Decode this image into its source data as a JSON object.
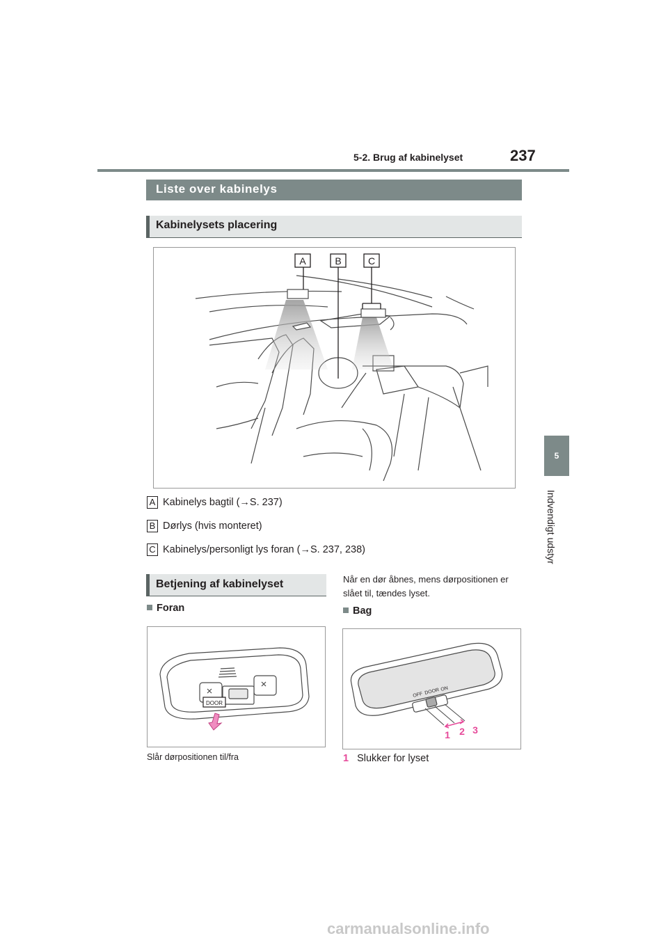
{
  "header": {
    "section": "5-2. Brug af kabinelyset",
    "page_number": "237"
  },
  "side_tab": {
    "chapter_number": "5",
    "chapter_label": "Indvendigt udstyr"
  },
  "main_heading": "Liste over kabinelys",
  "placement": {
    "heading": "Kabinelysets placering",
    "figure_labels": [
      "A",
      "B",
      "C"
    ],
    "legend": [
      {
        "key": "A",
        "text": "Kabinelys bagtil (",
        "ref": "S. 237)"
      },
      {
        "key": "B",
        "text": "Dørlys (hvis monteret)",
        "ref": ""
      },
      {
        "key": "C",
        "text": "Kabinelys/personligt lys foran (",
        "ref": "S. 237, 238)"
      }
    ]
  },
  "operation": {
    "heading": "Betjening af kabinelyset",
    "front": {
      "title": "Foran",
      "switch_labels": [
        "DOOR"
      ],
      "caption": "Slår dørpositionen til/fra"
    },
    "note": "Når en dør åbnes, mens dørpositionen er slået til, tændes lyset.",
    "rear": {
      "title": "Bag",
      "switch_labels": [
        "OFF",
        "DOOR",
        "ON"
      ],
      "positions": [
        "1",
        "2",
        "3"
      ],
      "item_1_number": "1",
      "item_1_text": "Slukker for lyset"
    }
  },
  "icons": {
    "arrow": "arrow-right-icon",
    "bullet": "square-bullet-icon",
    "hand": "pointing-arrow-icon"
  },
  "colors": {
    "accent_gray": "#7d8a89",
    "light_gray": "#e3e6e6",
    "highlight_pink": "#e64a9a",
    "finger_pink": "#f08cc0"
  },
  "watermark": "carmanualsonline.info"
}
